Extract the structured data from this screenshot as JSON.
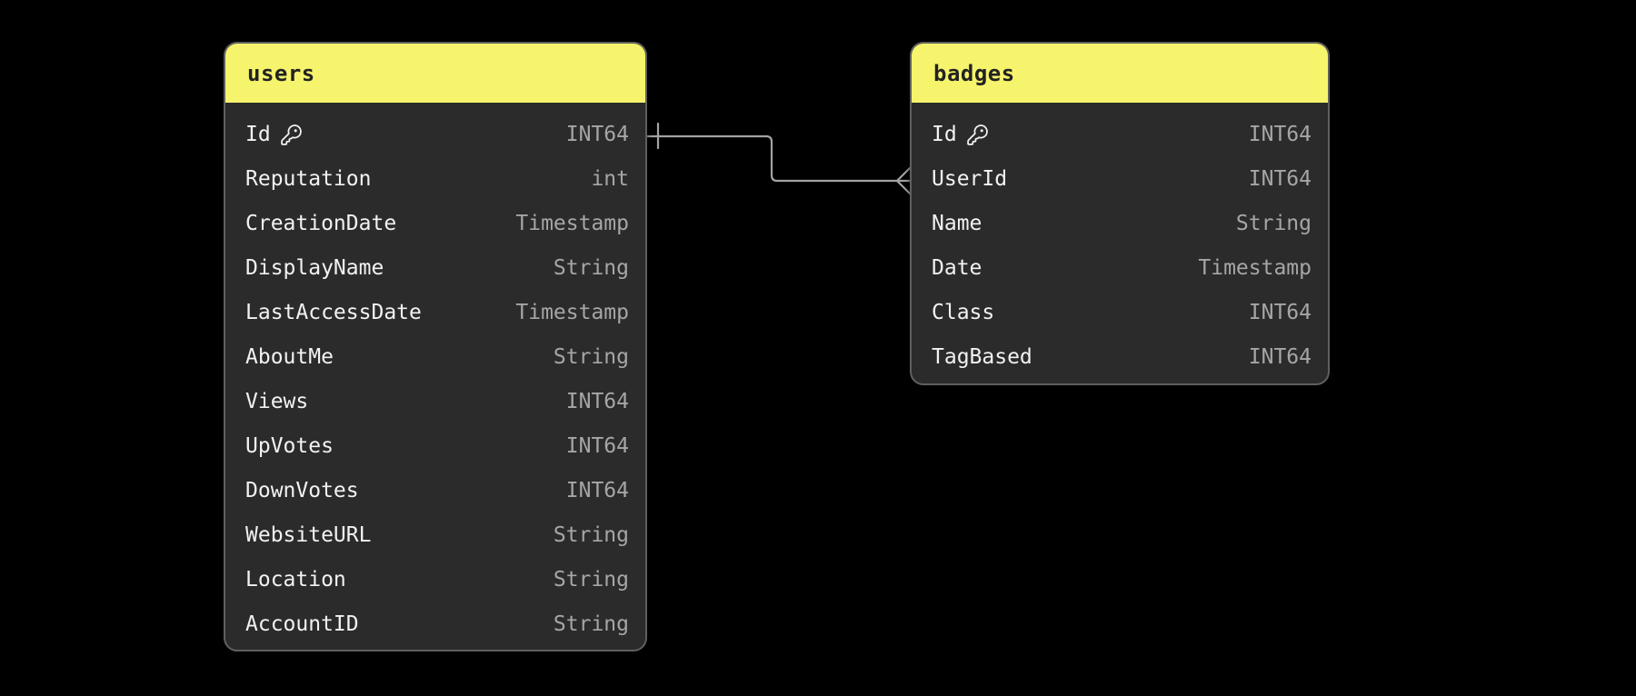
{
  "diagram": {
    "background_color": "#000000",
    "table_body_color": "#2b2b2b",
    "table_border_color": "#5f5f5f",
    "header_color": "#f5f46c",
    "header_text_color": "#222222",
    "field_text_color": "#f2f2f2",
    "type_text_color": "#a6a6a6",
    "connector_color": "#a3a3a3",
    "tables": [
      {
        "name": "users",
        "fields": [
          {
            "name": "Id",
            "type": "INT64",
            "primary_key": true
          },
          {
            "name": "Reputation",
            "type": "int",
            "primary_key": false
          },
          {
            "name": "CreationDate",
            "type": "Timestamp",
            "primary_key": false
          },
          {
            "name": "DisplayName",
            "type": "String",
            "primary_key": false
          },
          {
            "name": "LastAccessDate",
            "type": "Timestamp",
            "primary_key": false
          },
          {
            "name": "AboutMe",
            "type": "String",
            "primary_key": false
          },
          {
            "name": "Views",
            "type": "INT64",
            "primary_key": false
          },
          {
            "name": "UpVotes",
            "type": "INT64",
            "primary_key": false
          },
          {
            "name": "DownVotes",
            "type": "INT64",
            "primary_key": false
          },
          {
            "name": "WebsiteURL",
            "type": "String",
            "primary_key": false
          },
          {
            "name": "Location",
            "type": "String",
            "primary_key": false
          },
          {
            "name": "AccountID",
            "type": "String",
            "primary_key": false
          }
        ]
      },
      {
        "name": "badges",
        "fields": [
          {
            "name": "Id",
            "type": "INT64",
            "primary_key": true
          },
          {
            "name": "UserId",
            "type": "INT64",
            "primary_key": false
          },
          {
            "name": "Name",
            "type": "String",
            "primary_key": false
          },
          {
            "name": "Date",
            "type": "Timestamp",
            "primary_key": false
          },
          {
            "name": "Class",
            "type": "INT64",
            "primary_key": false
          },
          {
            "name": "TagBased",
            "type": "INT64",
            "primary_key": false
          }
        ]
      }
    ],
    "relationship": {
      "from_table": "users",
      "from_field": "Id",
      "from_cardinality": "one",
      "to_table": "badges",
      "to_field": "UserId",
      "to_cardinality": "many"
    }
  }
}
